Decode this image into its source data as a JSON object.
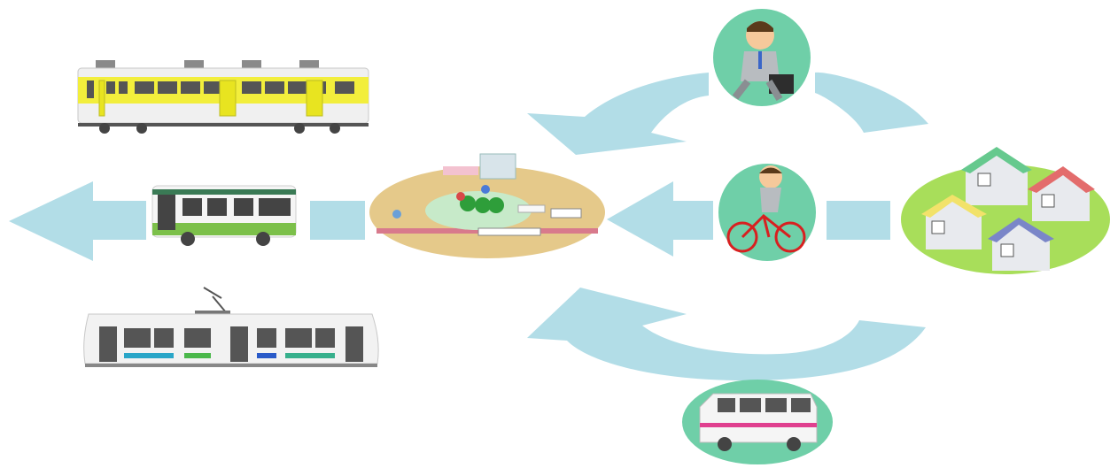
{
  "diagram": {
    "colors": {
      "arrow": "#b2dde7",
      "circle_green": "#6fcfa8",
      "hub_ground": "#e5c98a",
      "village_ground": "#a8de5a",
      "train_yellow": "#f2ee3c",
      "bus_green": "#7cc04a",
      "van_pink": "#e0408f"
    },
    "vehicles": [
      {
        "name": "train",
        "icon": "train-icon"
      },
      {
        "name": "bus",
        "icon": "bus-icon"
      },
      {
        "name": "tram",
        "icon": "tram-icon"
      }
    ],
    "feeders": [
      {
        "name": "walking",
        "icon": "walking-businessman-icon"
      },
      {
        "name": "cycling",
        "icon": "cyclist-icon"
      },
      {
        "name": "minivan",
        "icon": "minivan-icon"
      }
    ],
    "hub": {
      "icon": "station-plaza-icon",
      "sign_text": ""
    },
    "origin": {
      "icon": "houses-icon"
    }
  }
}
